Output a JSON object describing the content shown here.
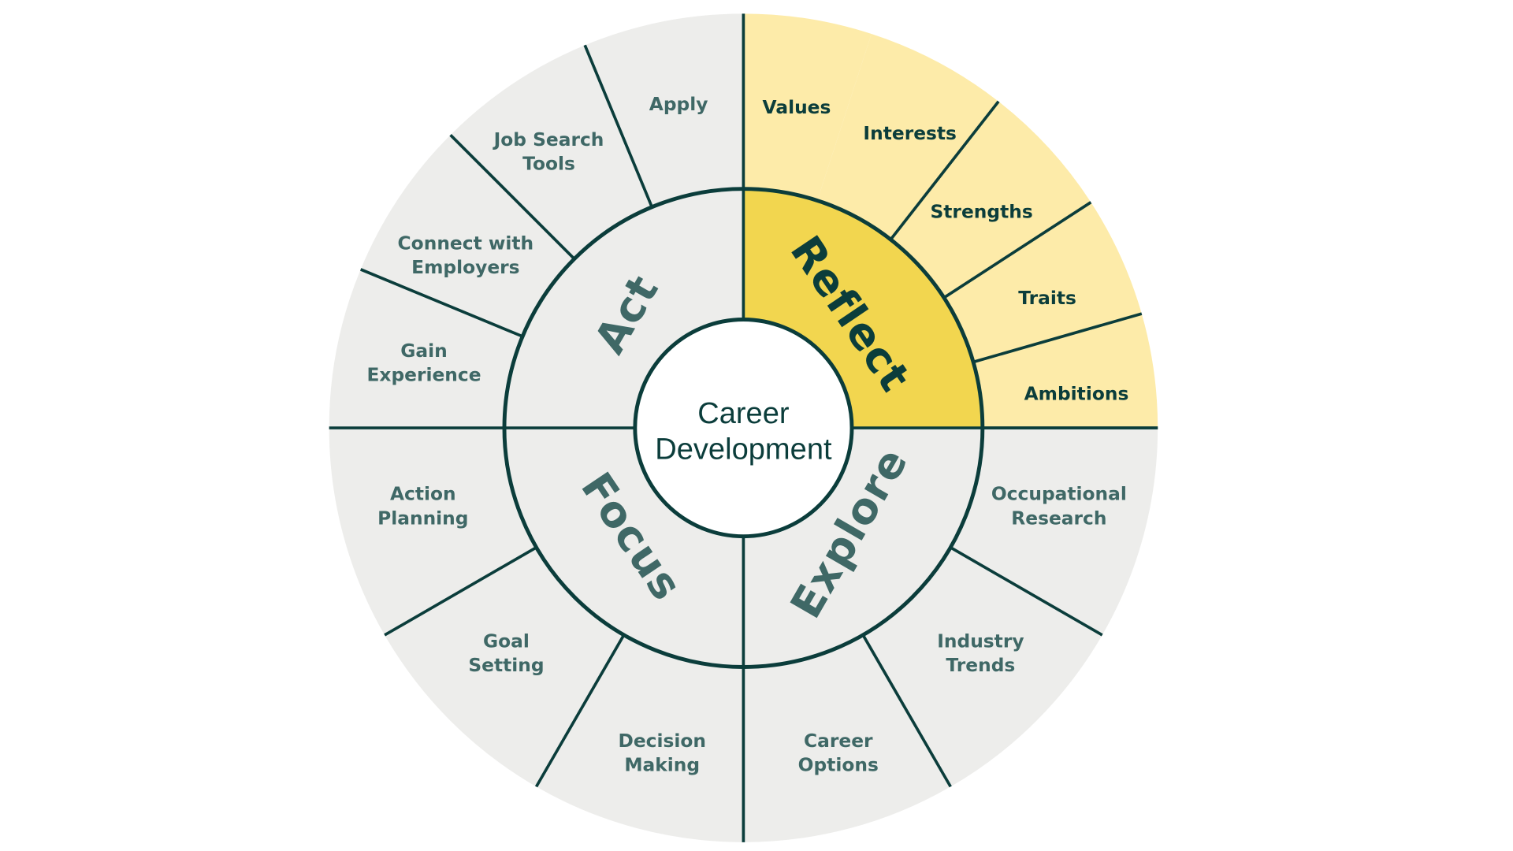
{
  "title_lines": [
    "Career",
    "Development"
  ],
  "colors": {
    "dark": "#0b3d3b",
    "text": "#3f6866",
    "grey": "#ededeb",
    "highlight_light": "#fdeba9",
    "highlight": "#f2d64f"
  },
  "phases": [
    {
      "name": "Reflect",
      "highlighted": true,
      "items": [
        [
          "Values"
        ],
        [
          "Interests"
        ],
        [
          "Strengths"
        ],
        [
          "Traits"
        ],
        [
          "Ambitions"
        ]
      ]
    },
    {
      "name": "Act",
      "highlighted": false,
      "items": [
        [
          "Apply"
        ],
        [
          "Job Search",
          "Tools"
        ],
        [
          "Connect with",
          "Employers"
        ],
        [
          "Gain",
          "Experience"
        ]
      ]
    },
    {
      "name": "Focus",
      "highlighted": false,
      "items": [
        [
          "Action",
          "Planning"
        ],
        [
          "Goal",
          "Setting"
        ],
        [
          "Decision",
          "Making"
        ]
      ]
    },
    {
      "name": "Explore",
      "highlighted": false,
      "items": [
        [
          "Career",
          "Options"
        ],
        [
          "Industry",
          "Trends"
        ],
        [
          "Occupational",
          "Research"
        ]
      ]
    }
  ]
}
